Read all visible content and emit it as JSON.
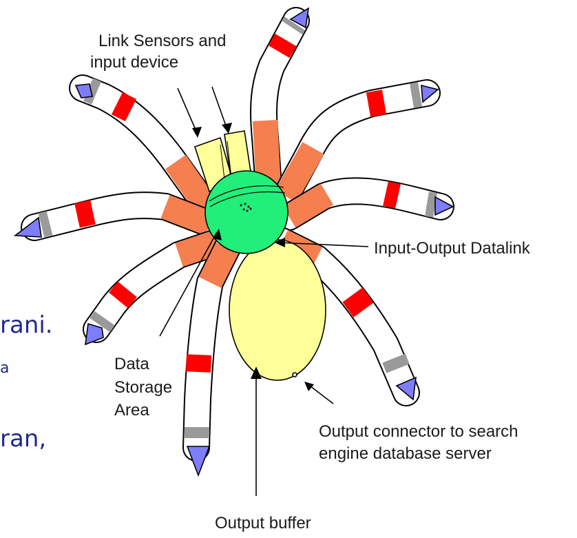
{
  "colors": {
    "head": "#22ee7a",
    "body": "#ffff99",
    "leg_base": "#f57f4f",
    "leg_band_red": "#ff0000",
    "leg_band_gray": "#9a9a9a",
    "leg_tip": "#7e7efc",
    "outline": "#000000",
    "fragment_text": "#1f2a8a"
  },
  "labels": {
    "link_sensors": [
      "Link Sensors and",
      "input device"
    ],
    "input_output": "Input-Output Datalink",
    "data_storage": [
      "Data",
      "Storage",
      "Area"
    ],
    "output_connector": [
      "Output connector to search",
      "engine database server"
    ],
    "output_buffer": "Output buffer"
  },
  "left_fragments": [
    "rani.",
    "a",
    "ran,"
  ]
}
